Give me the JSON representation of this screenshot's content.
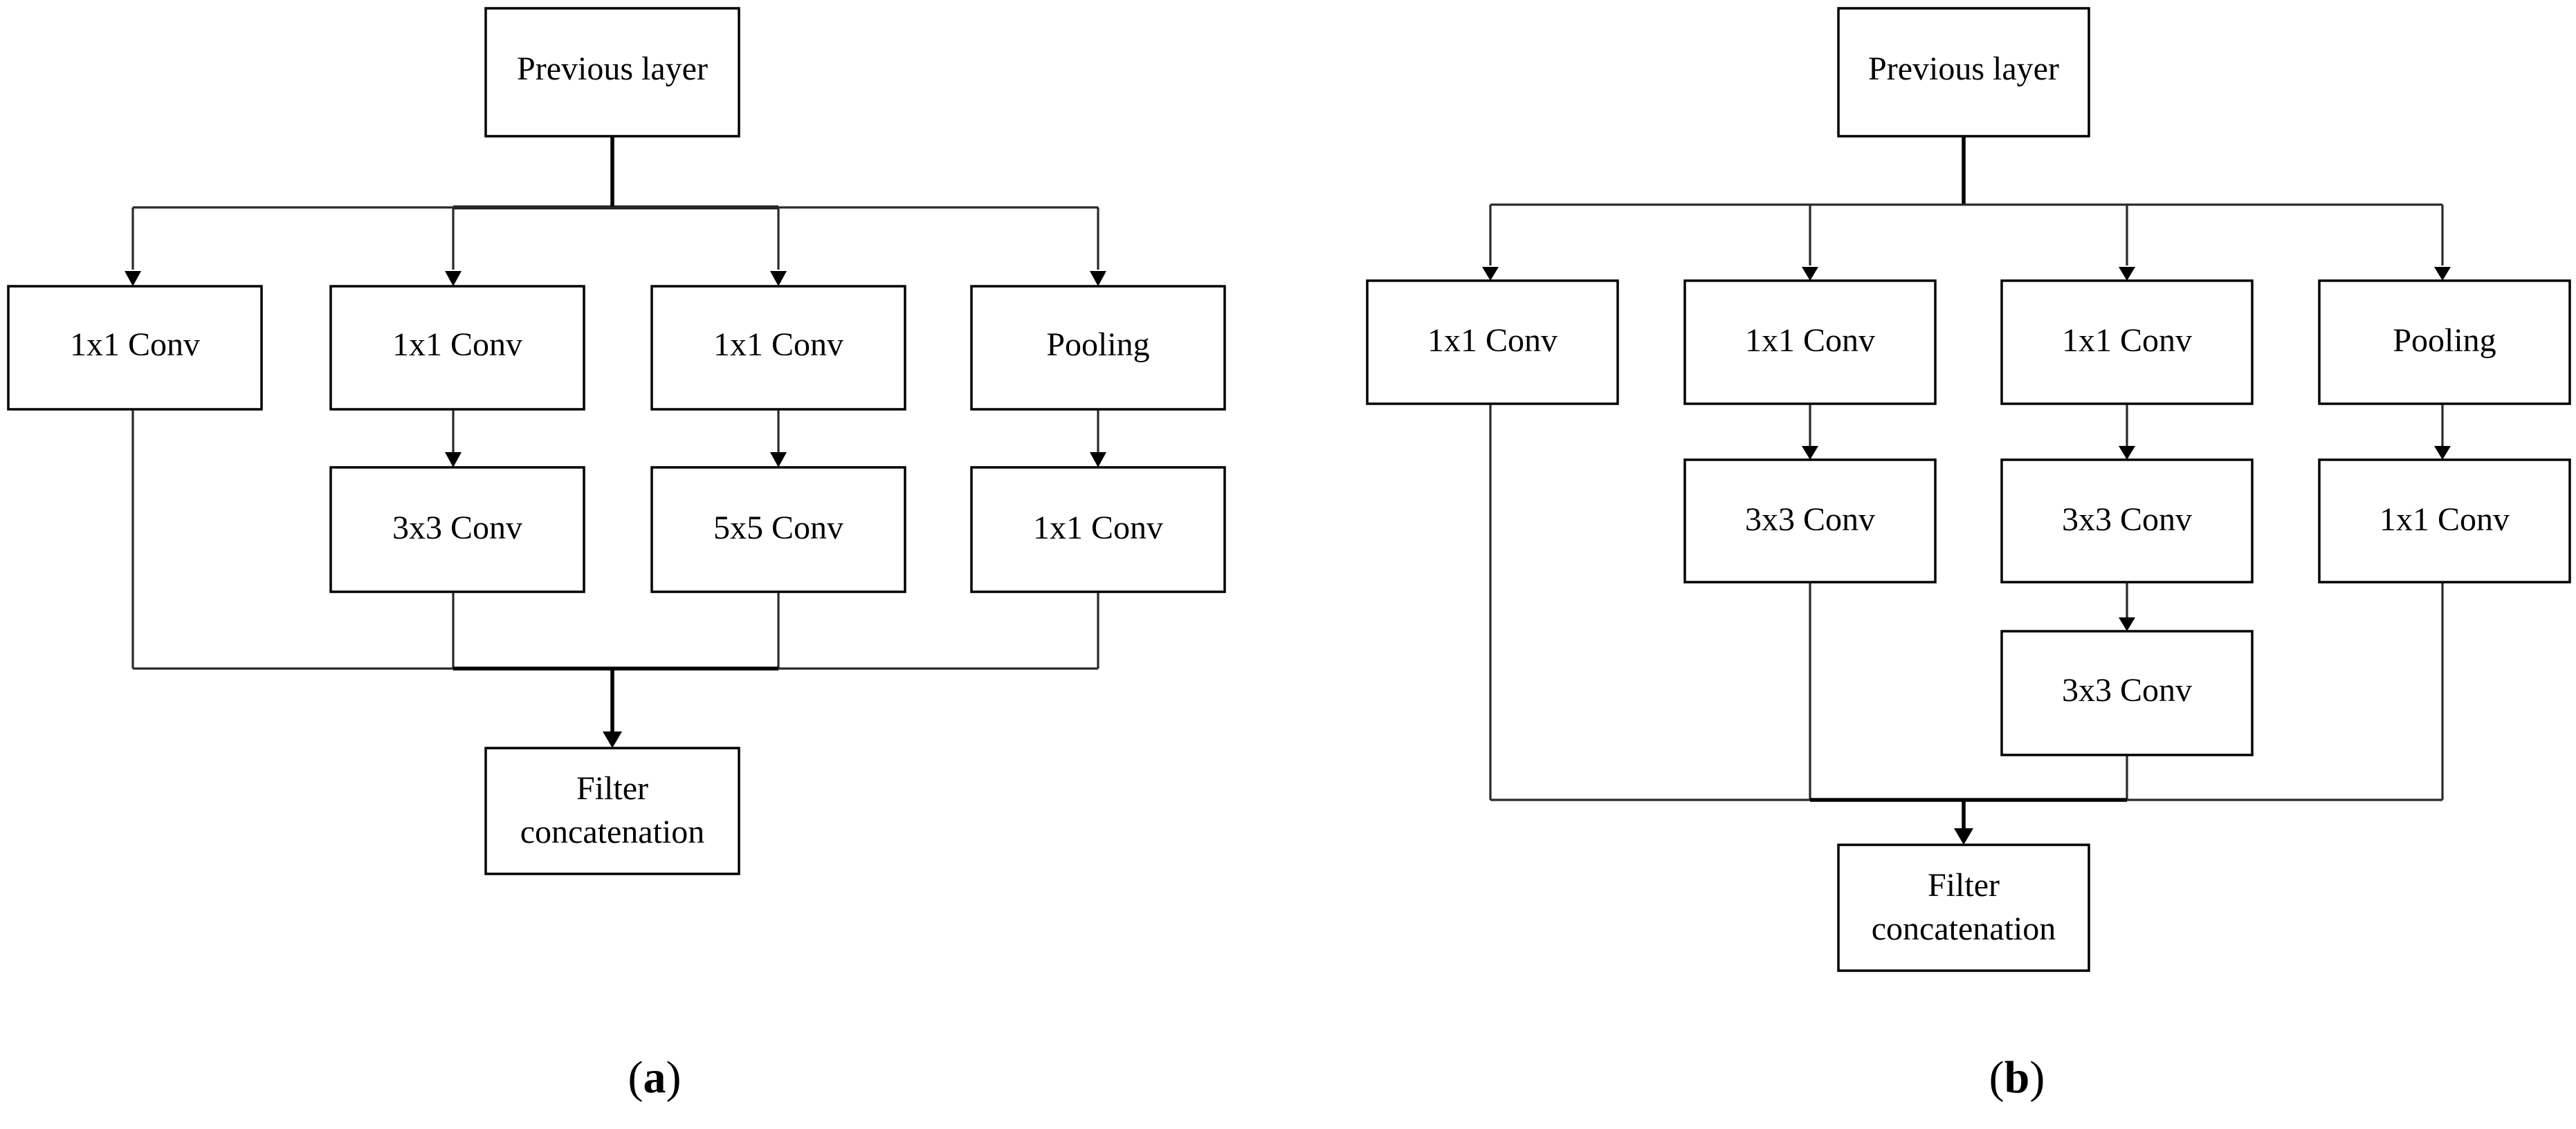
{
  "diagrams": [
    {
      "caption_letter": "a",
      "nodes": {
        "prev": "Previous layer",
        "conv1": "1x1 Conv",
        "conv2": "1x1 Conv",
        "conv3": "1x1 Conv",
        "pool": "Pooling",
        "conv3x3": "3x3 Conv",
        "conv5x5": "5x5 Conv",
        "convpool": "1x1 Conv",
        "filter_line1": "Filter",
        "filter_line2": "concatenation"
      }
    },
    {
      "caption_letter": "b",
      "nodes": {
        "prev": "Previous layer",
        "conv1": "1x1 Conv",
        "conv2": "1x1 Conv",
        "conv3": "1x1 Conv",
        "pool": "Pooling",
        "conv3x3": "3x3 Conv",
        "conv3x3a": "3x3 Conv",
        "conv3x3b": "3x3 Conv",
        "convpool": "1x1 Conv",
        "filter_line1": "Filter",
        "filter_line2": "concatenation"
      }
    }
  ]
}
